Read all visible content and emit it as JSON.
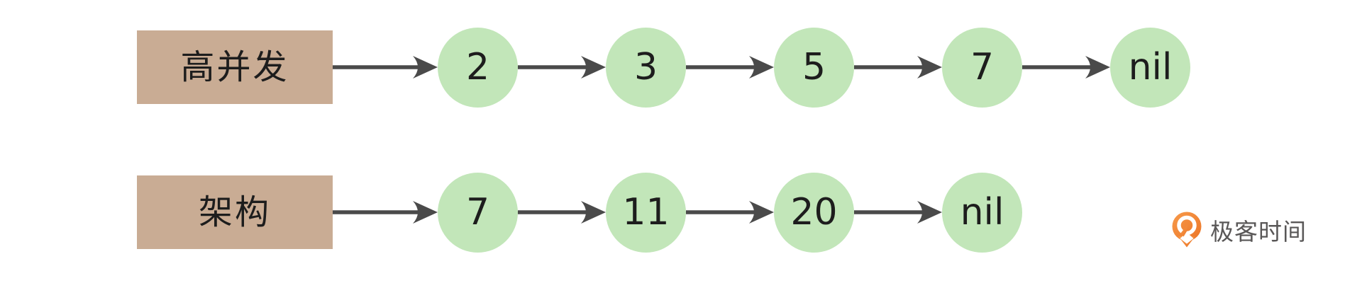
{
  "diagram": {
    "rows": [
      {
        "label": "高并发",
        "nodes": [
          "2",
          "3",
          "5",
          "7",
          "nil"
        ]
      },
      {
        "label": "架构",
        "nodes": [
          "7",
          "11",
          "20",
          "nil"
        ]
      }
    ]
  },
  "branding": {
    "logo_text": "极客时间",
    "logo_icon": "geektime-pin-icon"
  },
  "colors": {
    "label_box_fill": "#c9ac94",
    "node_fill": "#c2e6b9",
    "arrow": "#4a4a4a",
    "text": "#1d1d1d",
    "logo_orange_light": "#f79a4a",
    "logo_orange_dark": "#ec7527",
    "logo_text": "#595757"
  }
}
